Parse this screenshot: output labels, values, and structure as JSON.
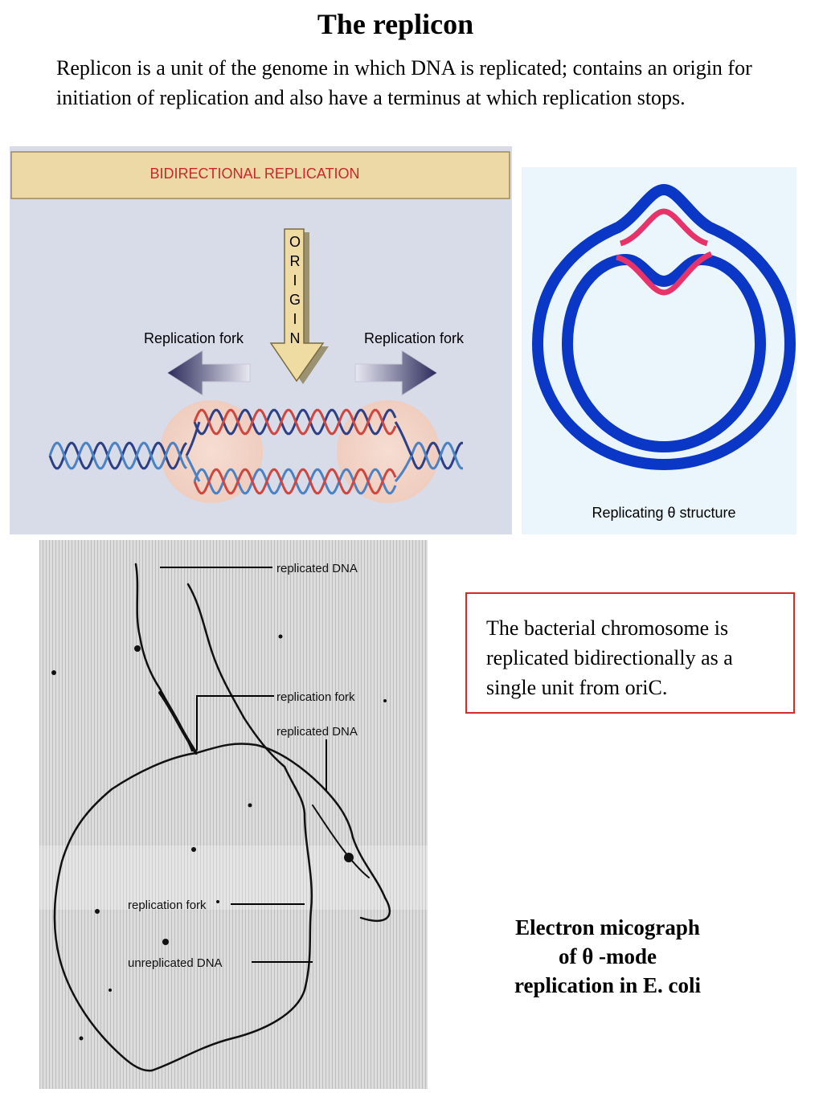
{
  "title": "The replicon",
  "intro": "Replicon is a unit of the genome in which DNA is replicated; contains an origin for initiation of replication and also have a terminus at which replication stops.",
  "bidirectional_figure": {
    "header": "BIDIRECTIONAL REPLICATION",
    "origin_letters": [
      "O",
      "R",
      "I",
      "G",
      "I",
      "N"
    ],
    "left_fork_label": "Replication fork",
    "right_fork_label": "Replication fork",
    "colors": {
      "header_bg": "#ecd9a5",
      "header_text": "#c8282e",
      "panel_bg": "#d8dbe8",
      "parental_strand": "#2d3f86",
      "new_strand": "#d0453e"
    }
  },
  "theta_figure": {
    "label": "Replicating θ structure",
    "colors": {
      "panel_bg": "#eaf6fc",
      "parental_strand": "#0a37c6",
      "new_strand": "#e8336a"
    }
  },
  "micrograph": {
    "labels": [
      "replicated DNA",
      "replication fork",
      "replicated DNA",
      "replication fork",
      "unreplicated DNA"
    ]
  },
  "note": "The bacterial chromosome is replicated bidirectionally as a single unit from oriC.",
  "caption": {
    "line1": "Electron micograph",
    "line2": "of θ -mode",
    "line3": "replication in E. coli"
  }
}
